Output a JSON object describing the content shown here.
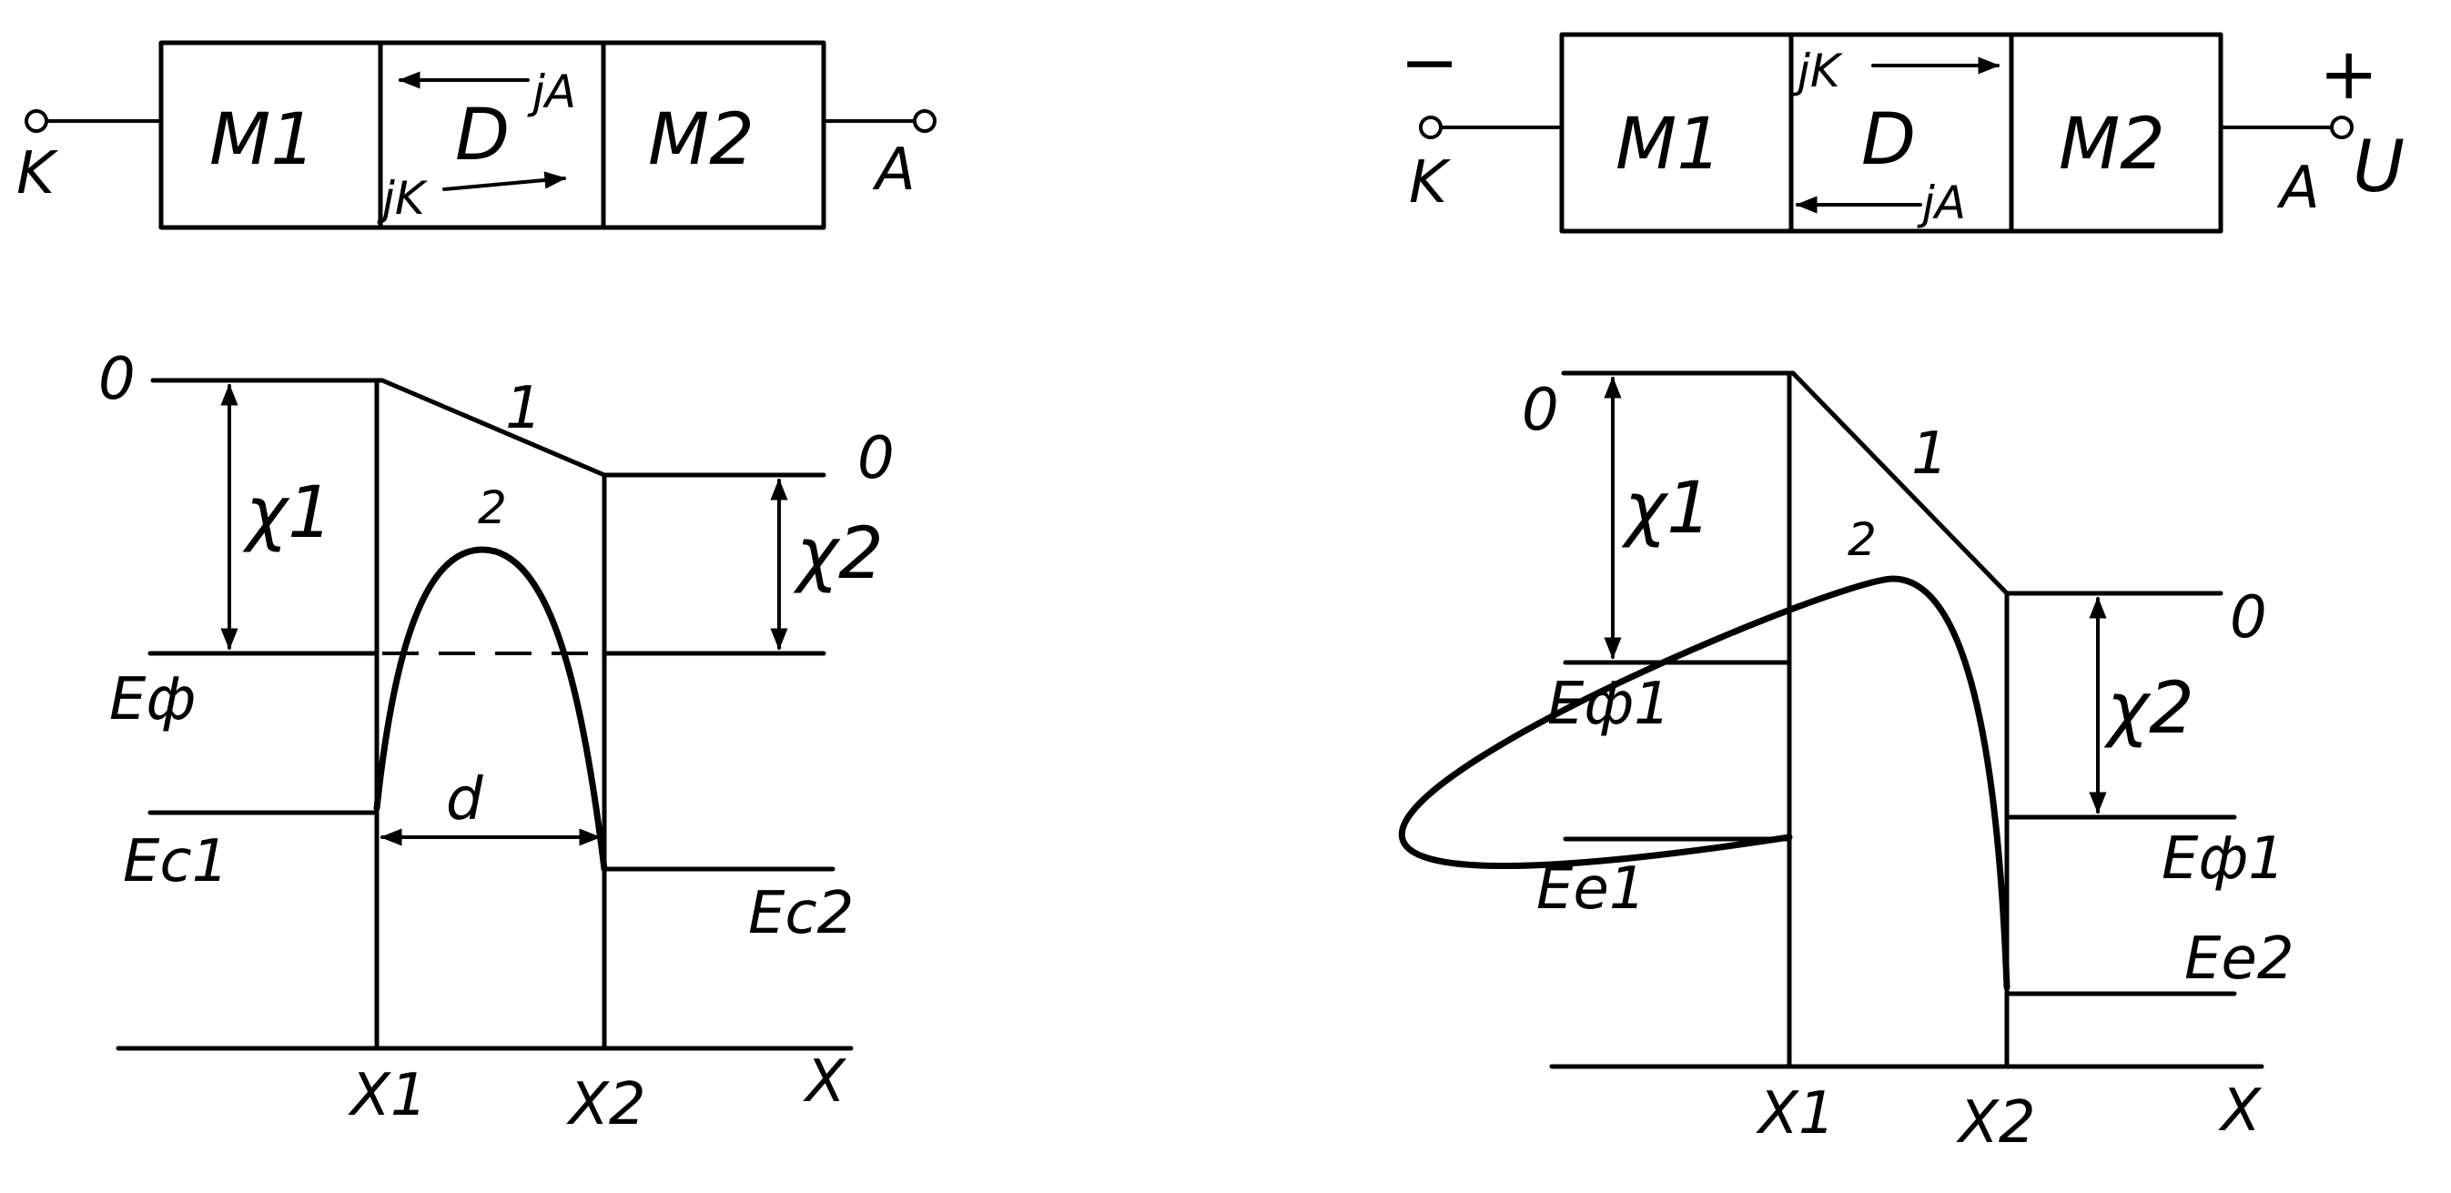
{
  "left": {
    "circuit": {
      "cathode": "K",
      "anode": "A",
      "metal1": "M1",
      "dielectric": "D",
      "metal2": "M2",
      "current_anode": "jA",
      "current_cathode": "jK"
    },
    "bands": {
      "zero_left": "0",
      "zero_right": "0",
      "curve1": "1",
      "curve2": "2",
      "chi1": "χ1",
      "chi2": "χ2",
      "fermi": "Eф",
      "ec1": "Ec1",
      "ec2": "Ec2",
      "width": "d",
      "x1": "X1",
      "x2": "X2",
      "x": "X"
    }
  },
  "right": {
    "circuit": {
      "minus": "−",
      "plus": "+",
      "cathode": "K",
      "anode": "A",
      "voltage": "U",
      "metal1": "M1",
      "dielectric": "D",
      "metal2": "M2",
      "current_cathode": "jK",
      "current_anode": "jA"
    },
    "bands": {
      "zero_left": "0",
      "zero_right": "0",
      "curve1": "1",
      "curve2": "2",
      "chi1": "χ1",
      "chi2": "χ2",
      "fermi1": "Eф1",
      "fermi2": "Eф1",
      "ec1": "Ee1",
      "ec2": "Ee2",
      "x1": "X1",
      "x2": "X2",
      "x": "X"
    }
  }
}
